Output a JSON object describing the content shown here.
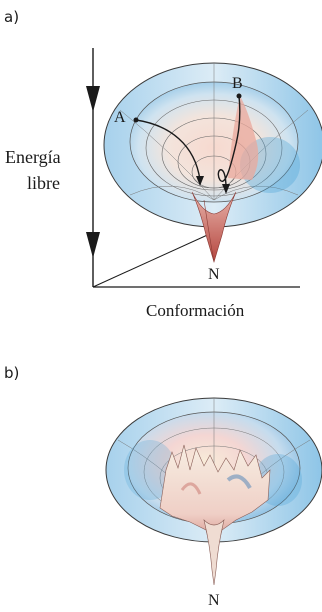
{
  "panel_a": {
    "label": "a)",
    "y_axis_label_line1": "Energía",
    "y_axis_label_line2": "libre",
    "x_axis_label": "Conformación",
    "point_a": "A",
    "point_b": "B",
    "point_n": "N"
  },
  "panel_b": {
    "label": "b)",
    "point_n": "N"
  }
}
